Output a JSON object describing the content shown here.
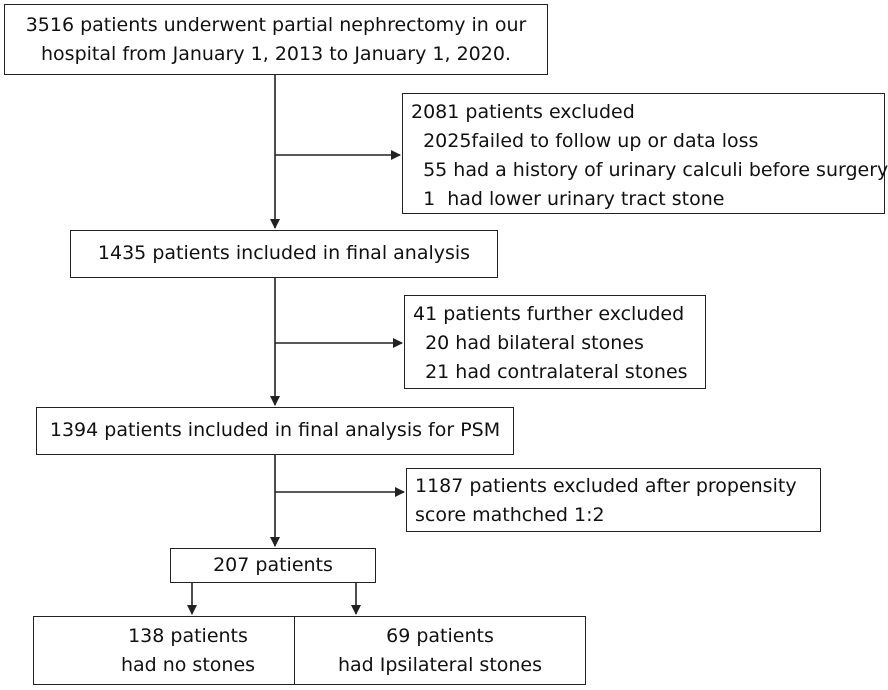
{
  "diagram": {
    "start": [
      "3516 patients underwent partial nephrectomy in our",
      "hospital from January 1, 2013 to January 1, 2020."
    ],
    "exclusion1": [
      "2081 patients excluded",
      "  2025failed to follow up or data loss",
      "  55 had a history of urinary calculi before surgery",
      "  1  had lower urinary tract stone"
    ],
    "included1": [
      "1435 patients included in final analysis"
    ],
    "exclusion2": [
      "41 patients further excluded",
      "  20 had bilateral stones",
      "  21 had contralateral stones"
    ],
    "included2": [
      "1394 patients included in final analysis for PSM"
    ],
    "exclusion3": [
      "1187 patients excluded after propensity",
      "score mathched 1:2"
    ],
    "matched": [
      "207 patients"
    ],
    "group_no_stones": [
      "138 patients",
      "had no stones"
    ],
    "group_ipsilateral": [
      "69 patients",
      "had Ipsilateral stones"
    ]
  }
}
